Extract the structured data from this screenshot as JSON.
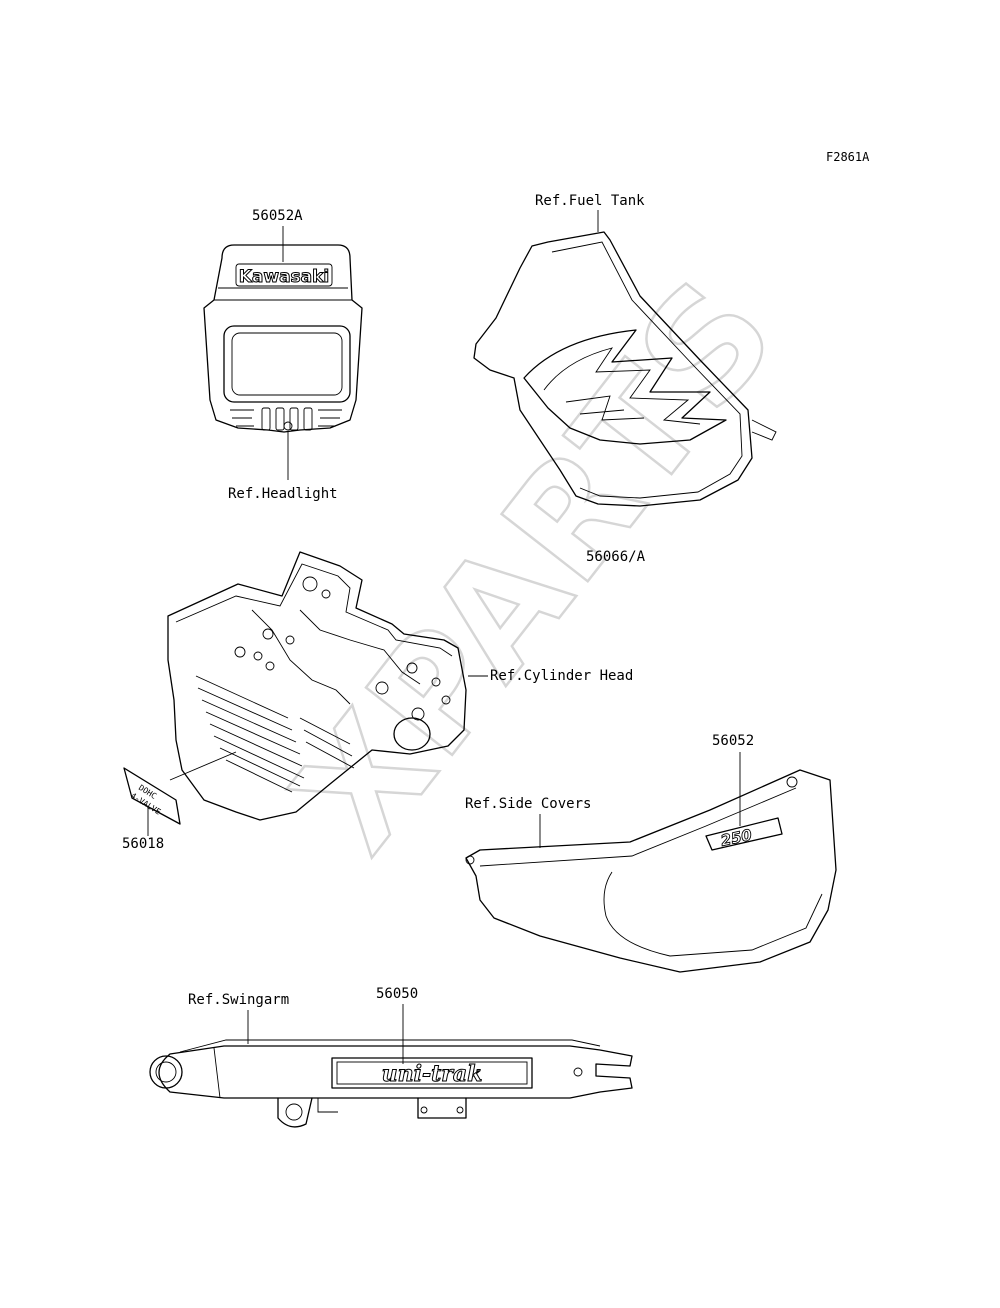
{
  "figure_code": "F2861A",
  "watermark": "XPARTS",
  "parts": {
    "headlight_decal": {
      "part_number": "56052A",
      "reference": "Ref.Headlight",
      "decal_text": "Kawasaki"
    },
    "fuel_tank_decal": {
      "part_number": "56066/A",
      "reference": "Ref.Fuel Tank"
    },
    "cylinder_head_decal": {
      "part_number": "56018",
      "reference": "Ref.Cylinder Head",
      "decal_text_line1": "DOHC",
      "decal_text_line2": "4-VALVE"
    },
    "side_cover_decal": {
      "part_number": "56052",
      "reference": "Ref.Side Covers",
      "decal_text": "250"
    },
    "swingarm_decal": {
      "part_number": "56050",
      "reference": "Ref.Swingarm",
      "decal_text": "uni-trak"
    }
  }
}
